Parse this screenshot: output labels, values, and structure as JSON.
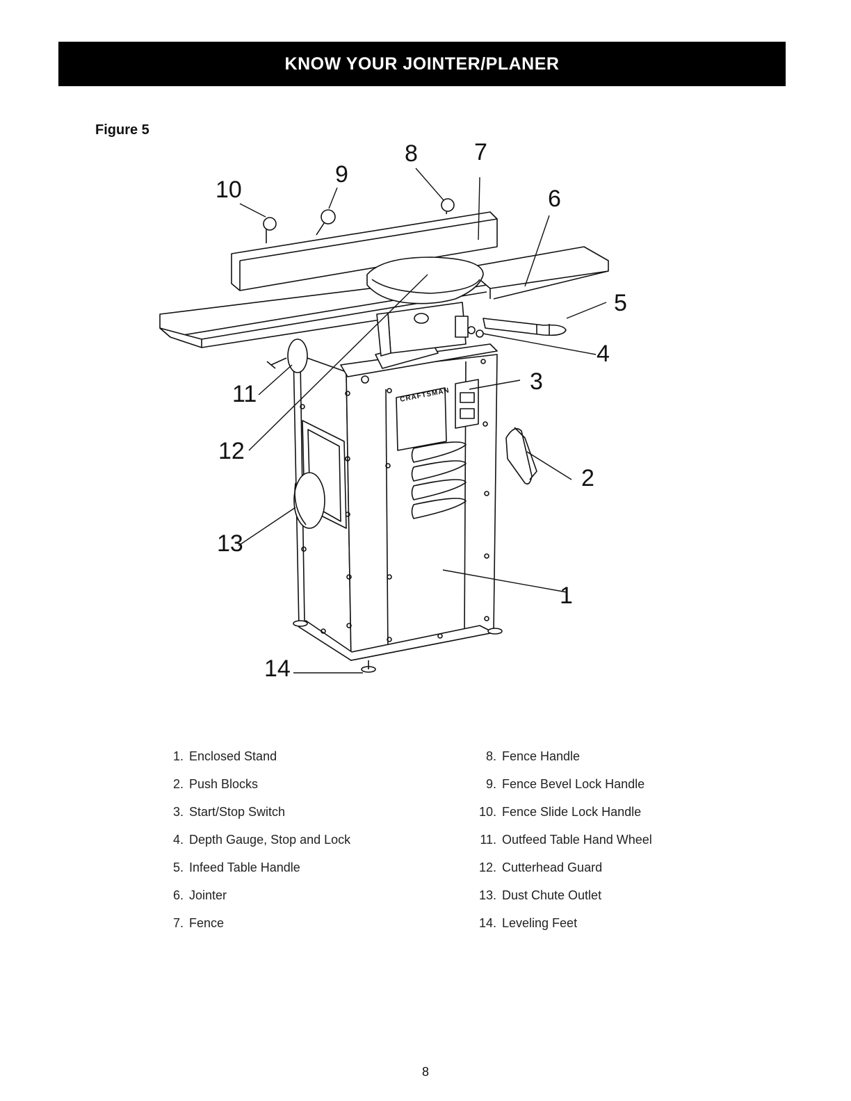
{
  "header": {
    "title": "KNOW YOUR JOINTER/PLANER"
  },
  "figure": {
    "label": "Figure 5",
    "brand": "CRAFTSMAN",
    "callouts": [
      "1",
      "2",
      "3",
      "4",
      "5",
      "6",
      "7",
      "8",
      "9",
      "10",
      "11",
      "12",
      "13",
      "14"
    ]
  },
  "parts": {
    "left": [
      {
        "num": "1.",
        "name": "Enclosed Stand"
      },
      {
        "num": "2.",
        "name": "Push Blocks"
      },
      {
        "num": "3.",
        "name": "Start/Stop Switch"
      },
      {
        "num": "4.",
        "name": "Depth Gauge, Stop and Lock"
      },
      {
        "num": "5.",
        "name": "Infeed Table Handle"
      },
      {
        "num": "6.",
        "name": "Jointer"
      },
      {
        "num": "7.",
        "name": "Fence"
      }
    ],
    "right": [
      {
        "num": "8.",
        "name": "Fence Handle"
      },
      {
        "num": "9.",
        "name": "Fence Bevel Lock Handle"
      },
      {
        "num": "10.",
        "name": "Fence Slide Lock Handle"
      },
      {
        "num": "11.",
        "name": "Outfeed Table Hand Wheel"
      },
      {
        "num": "12.",
        "name": "Cutterhead Guard"
      },
      {
        "num": "13.",
        "name": "Dust Chute Outlet"
      },
      {
        "num": "14.",
        "name": "Leveling Feet"
      }
    ]
  },
  "page": {
    "number": "8"
  }
}
